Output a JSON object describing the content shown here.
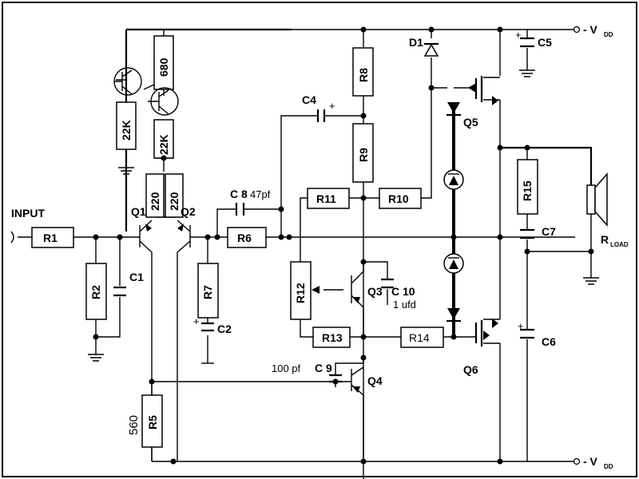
{
  "labels": {
    "input": "INPUT",
    "vdd_top": "- V",
    "vdd_top_sub": "DD",
    "vdd_bot": "- V",
    "vdd_bot_sub": "DD",
    "rload": "R",
    "rload_sub": "LOAD",
    "q1": "Q1",
    "q2": "Q2",
    "q3": "Q3",
    "q4": "Q4",
    "q5": "Q5",
    "q6": "Q6",
    "d1": "D1",
    "r1": "R1",
    "r2": "R2",
    "r5": "R5",
    "r5_value": "560",
    "r6": "R6",
    "r7": "R7",
    "r8": "R8",
    "r9": "R9",
    "r10": "R10",
    "r11": "R11",
    "r12": "R12",
    "r13": "R13",
    "r14": "R14",
    "r15": "R15",
    "r_680": "680",
    "r_22k_a": "22K",
    "r_22k_b": "22K",
    "r_220_a": "220",
    "r_220_b": "220",
    "c1": "C1",
    "c2": "C2",
    "c4": "C4",
    "c5": "C5",
    "c6": "C6",
    "c7": "C7",
    "c8": "C 8",
    "c8_value": "47pf",
    "c9": "C 9",
    "c9_value": "100 pf",
    "c10": "C 10",
    "c10_value": "1 ufd",
    "plus": "+"
  }
}
